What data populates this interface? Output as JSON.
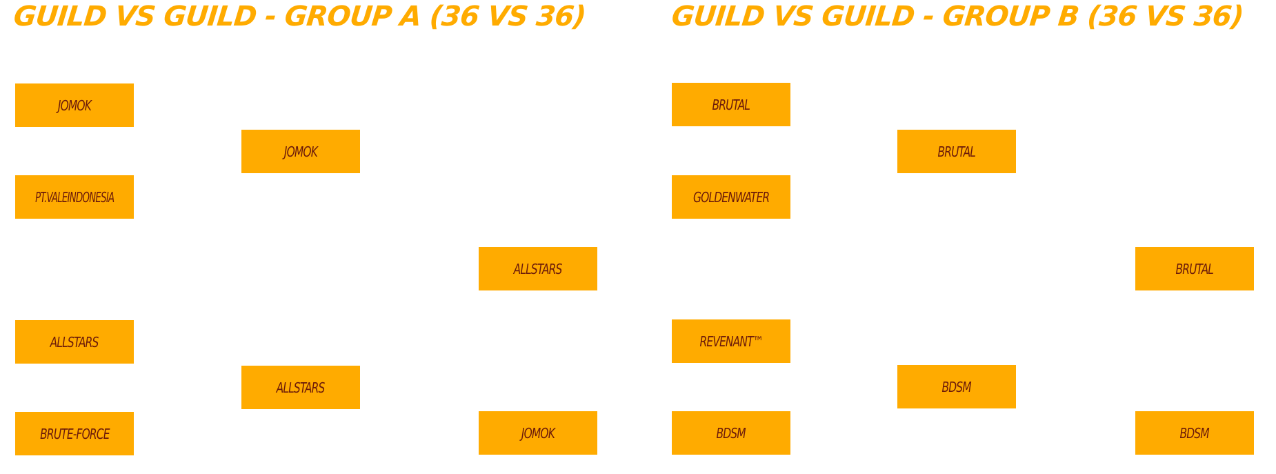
{
  "colors": {
    "title": "#ffab00",
    "slot_background": "#ffab00",
    "slot_text": "#6b1a0a",
    "background": "#ffffff"
  },
  "group_a": {
    "title": "GUILD VS GUILD - GROUP A (36 VS 36)",
    "round_1": [
      "JOMOK",
      "PT.VALEINDONESIA",
      "ALLSTARS",
      "BRUTE-FORCE"
    ],
    "round_2": [
      "JOMOK",
      "ALLSTARS"
    ],
    "round_3": [
      "ALLSTARS",
      "JOMOK"
    ]
  },
  "group_b": {
    "title": "GUILD VS GUILD - GROUP B (36 VS 36)",
    "round_1": [
      "BRUTAL",
      "GOLDENWATER",
      "REVENANT™",
      "BDSM"
    ],
    "round_2": [
      "BRUTAL",
      "BDSM"
    ],
    "round_3": [
      "BRUTAL",
      "BDSM"
    ]
  }
}
